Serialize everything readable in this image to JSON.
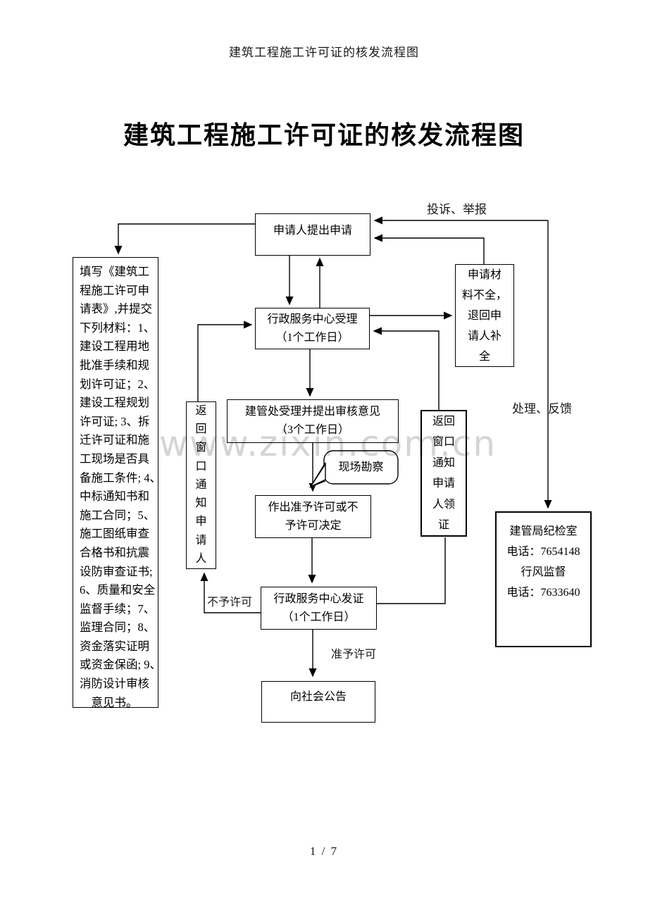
{
  "page": {
    "header_text": "建筑工程施工许可证的核发流程图",
    "title": "建筑工程施工许可证的核发流程图",
    "watermark": "www.zixin.com.cn",
    "page_number": "1 / 7"
  },
  "flowchart": {
    "boxes": {
      "apply": "申请人提出申请",
      "materials": "填写《建筑工\n程施工许可申\n请表》,并提交\n下列材料：1、\n建设工程用地\n批准手续和规\n划许可证；2、\n建设工程规划\n许可证; 3、拆\n迁许可证和施\n工现场是否具\n备施工条件; 4、\n中标通知书和\n施工合同；5、\n施工图纸审查\n合格书和抗震\n设防审查证书;\n6、质量和安全\n监督手续；7、\n监理合同；8、\n资金落实证明\n或资金保函; 9、\n消防设计审核\n　意见书。",
      "center_accept": "行政服务中心受理\n（1个工作日）",
      "incomplete": "申请材\n料不全，\n退回申\n请人补\n全",
      "review": "建管处受理并提出审核意见\n（3个工作日）",
      "site_survey": "现场勘察",
      "notify_applicant": "返\n回\n窗\n口\n通\n知\n申\n请\n人",
      "decision": "作出准予许可或不\n予许可决定",
      "notify_collect": "返回\n窗口\n通知\n申请\n人领\n证",
      "issue": "行政服务中心发证\n（1个工作日）",
      "announce": "向社会公告",
      "discipline": "建管局纪检室\n电话：7654148\n行风监督\n电话：7633640"
    },
    "labels": {
      "complaint": "投诉、举报",
      "feedback": "处理、反馈",
      "deny": "不予许可",
      "grant": "准予许可"
    }
  },
  "colors": {
    "line": "#000000",
    "watermark_gray": "#d3d3d3"
  }
}
